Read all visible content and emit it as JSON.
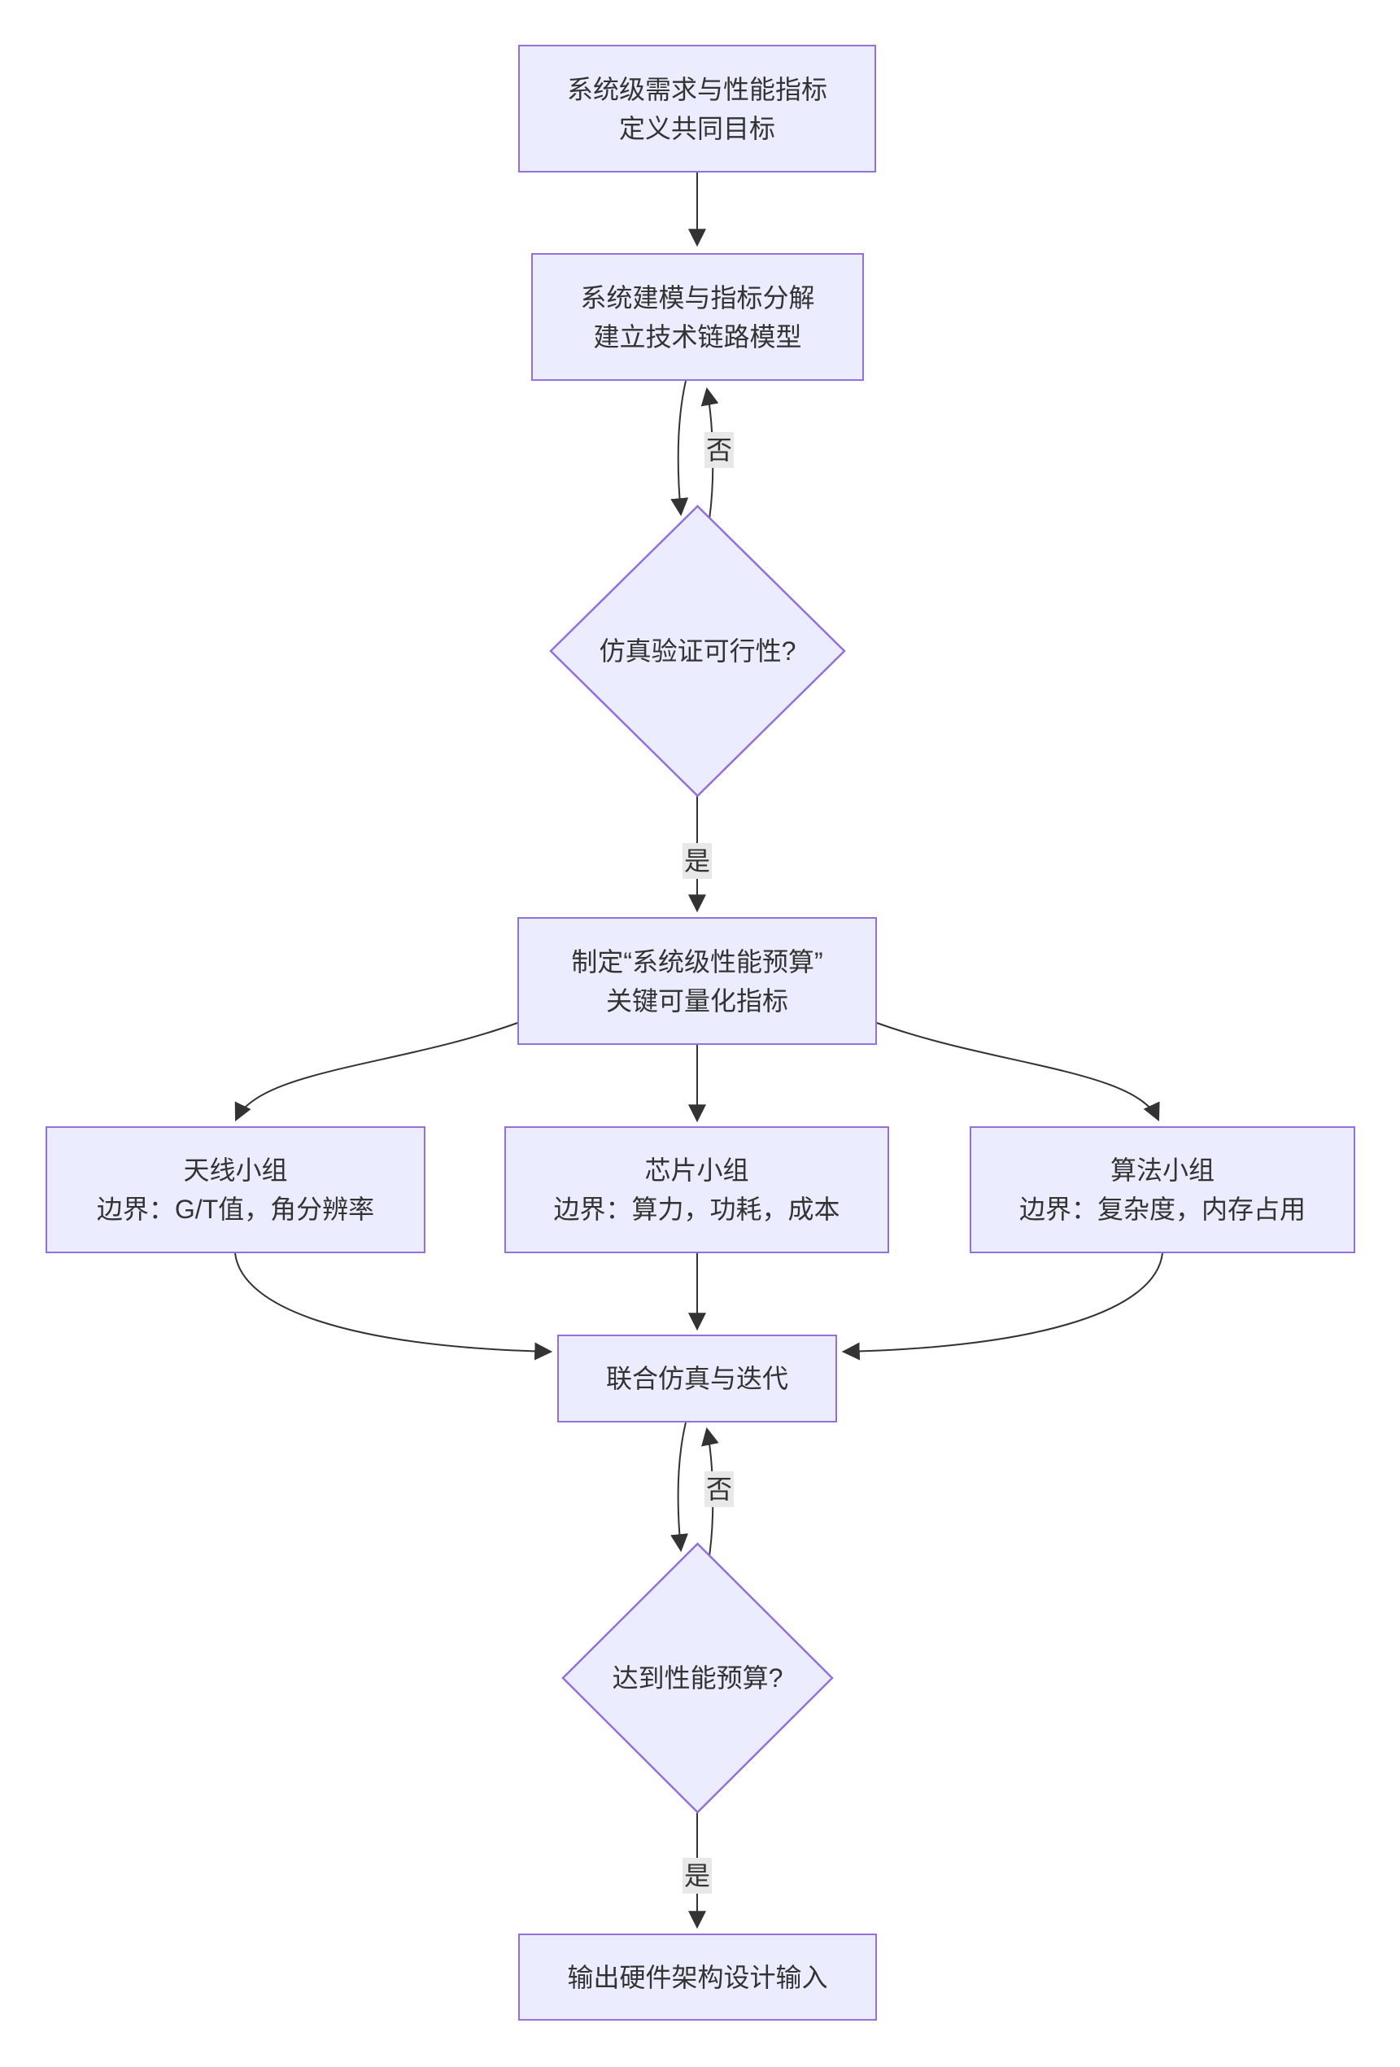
{
  "diagram": {
    "type": "flowchart",
    "direction": "top-down",
    "colors": {
      "canvas_bg": "#ffffff",
      "node_fill": "#ECECFF",
      "node_border": "#9370DB",
      "edge": "#333333",
      "text": "#333333",
      "label_bg": "#e8e8e8"
    }
  },
  "nodes": {
    "requirements": {
      "line1": "系统级需求与性能指标",
      "line2": "定义共同目标"
    },
    "modeling": {
      "line1": "系统建模与指标分解",
      "line2": "建立技术链路模型"
    },
    "feasibility": {
      "label": "仿真验证可行性?"
    },
    "budget": {
      "line1": "制定“系统级性能预算”",
      "line2": "关键可量化指标"
    },
    "antenna": {
      "line1": "天线小组",
      "line2": "边界：G/T值，角分辨率"
    },
    "chip": {
      "line1": "芯片小组",
      "line2": "边界：算力，功耗，成本"
    },
    "algorithm": {
      "line1": "算法小组",
      "line2": "边界：复杂度，内存占用"
    },
    "cosim": {
      "label": "联合仿真与迭代"
    },
    "target": {
      "label": "达到性能预算?"
    },
    "output": {
      "label": "输出硬件架构设计输入"
    }
  },
  "edge_labels": {
    "no1": "否",
    "yes1": "是",
    "no2": "否",
    "yes2": "是"
  },
  "edges": [
    {
      "from": "requirements",
      "to": "modeling",
      "label": ""
    },
    {
      "from": "modeling",
      "to": "feasibility",
      "label": ""
    },
    {
      "from": "feasibility",
      "to": "modeling",
      "label": "否"
    },
    {
      "from": "feasibility",
      "to": "budget",
      "label": "是"
    },
    {
      "from": "budget",
      "to": "antenna",
      "label": ""
    },
    {
      "from": "budget",
      "to": "chip",
      "label": ""
    },
    {
      "from": "budget",
      "to": "algorithm",
      "label": ""
    },
    {
      "from": "antenna",
      "to": "cosim",
      "label": ""
    },
    {
      "from": "chip",
      "to": "cosim",
      "label": ""
    },
    {
      "from": "algorithm",
      "to": "cosim",
      "label": ""
    },
    {
      "from": "cosim",
      "to": "target",
      "label": ""
    },
    {
      "from": "target",
      "to": "cosim",
      "label": "否"
    },
    {
      "from": "target",
      "to": "output",
      "label": "是"
    }
  ]
}
